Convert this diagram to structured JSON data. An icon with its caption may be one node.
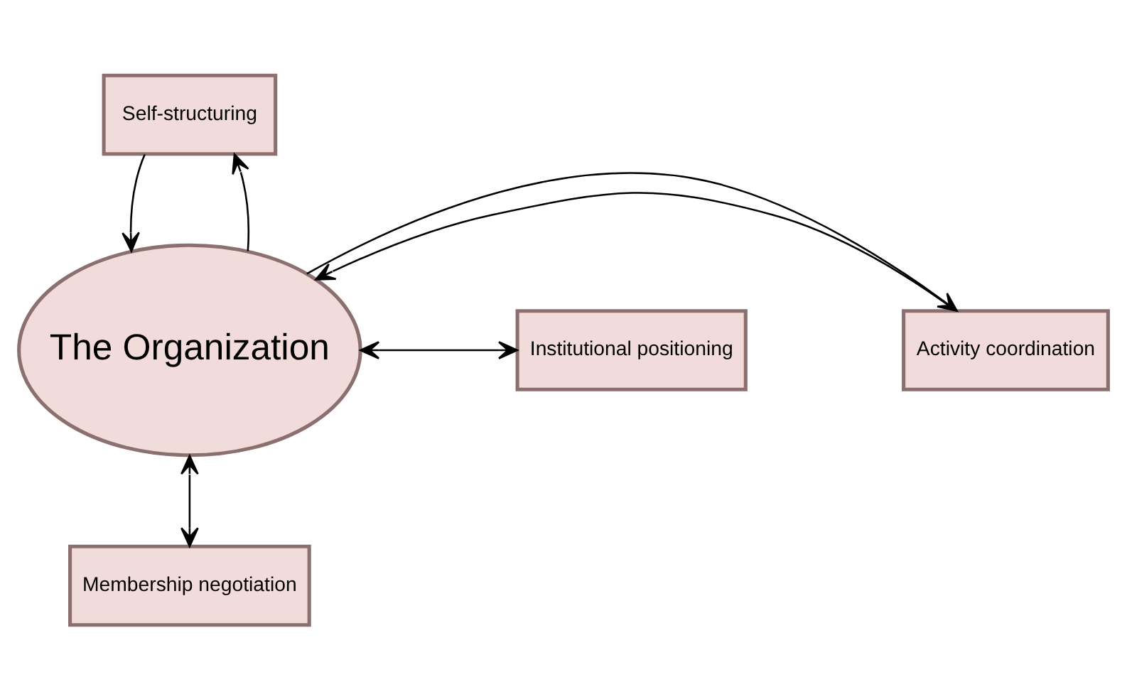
{
  "diagram": {
    "nodes": [
      {
        "text": [
          "Self-structuring"
        ]
      },
      {
        "text": [
          "Activity coordination"
        ]
      },
      {
        "text": [
          "The Organization"
        ]
      },
      {
        "text": [
          "Institutional positioning"
        ]
      },
      {
        "text": [
          "Membership negotiation"
        ]
      }
    ],
    "edges": [
      {
        "from": 2,
        "to": 0,
        "arrow": "to"
      },
      {
        "from": 0,
        "to": 2,
        "arrow": "to"
      },
      {
        "from": 1,
        "to": 2,
        "arrow": "to"
      },
      {
        "from": 2,
        "to": 1,
        "arrow": "to"
      },
      {
        "from": 2,
        "to": 3,
        "arrow": "both"
      },
      {
        "from": 2,
        "to": 4,
        "arrow": "both"
      }
    ]
  }
}
